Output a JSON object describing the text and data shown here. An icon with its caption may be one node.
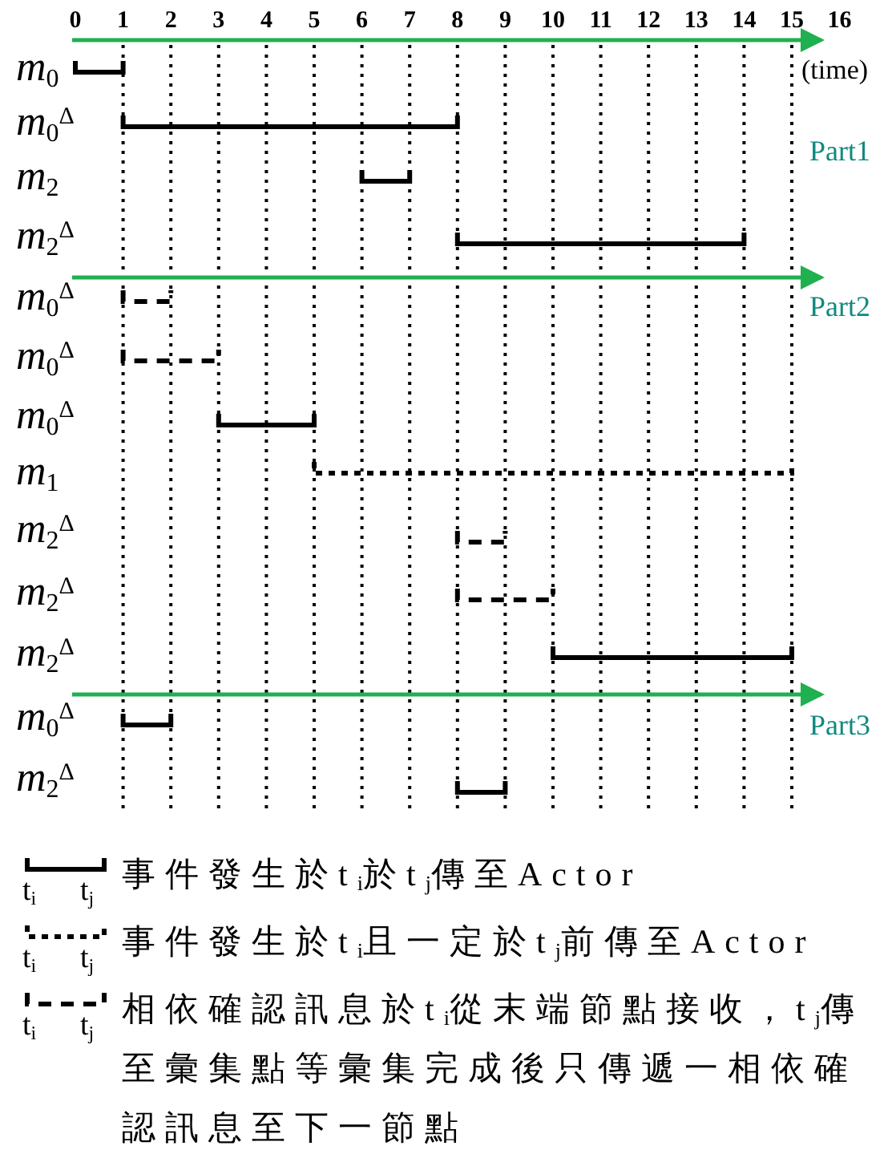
{
  "diagram": {
    "labels": [
      "0",
      "1",
      "2",
      "3",
      "4",
      "5",
      "6",
      "7",
      "8",
      "9",
      "10",
      "11",
      "12",
      "13",
      "14",
      "15",
      "16",
      "*m*$_{0}$",
      "(time)",
      "*m*$_{0}$$^{Δ}$",
      "Part1",
      "*m*$_{2}$",
      "*m*$_{2}$$^{Δ}$",
      "*m*$_{0}$$^{Δ}$",
      "Part2",
      "*m*$_{0}$$^{Δ}$",
      "*m*$_{0}$$^{Δ}$",
      "*m*$_{1}$",
      "*m*$_{2}$$^{Δ}$",
      "*m*$_{2}$$^{Δ}$",
      "*m*$_{2}$$^{Δ}$",
      "*m*$_{0}$$^{Δ}$",
      "Part3",
      "*m*$_{2}$$^{Δ}$",
      "t$_{i}$",
      "t$_{j}$",
      "t$_{i}$",
      "t$_{j}$",
      "t$_{i}$",
      "t$_{j}$"
    ],
    "legend": [
      {
        "text": "事件發生於t$_{i}$於t$_{j}$傳至Actor"
      },
      {
        "text": "事件發生於t$_{i}$且一定於t$_{j}$前傳至Actor"
      },
      {
        "text": "相依確認訊息於t$_{i}$從末端節點接收，t$_{j}$傳至彙集點等彙集完成後只傳遞一相依確認訊息至下一節點"
      }
    ]
  }
}
